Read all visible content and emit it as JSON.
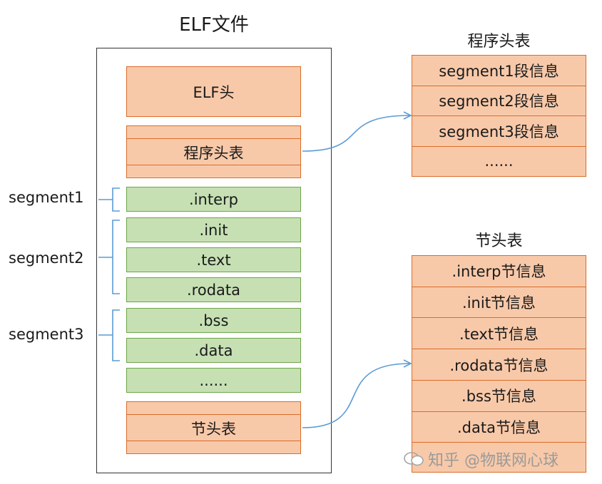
{
  "elf_file": {
    "title": "ELF文件",
    "header": "ELF头",
    "program_header_table": "程序头表",
    "sections": [
      ".interp",
      ".init",
      ".text",
      ".rodata",
      ".bss",
      ".data",
      "......"
    ],
    "section_header_table": "节头表"
  },
  "segments": [
    "segment1",
    "segment2",
    "segment3"
  ],
  "program_header_table": {
    "title": "程序头表",
    "rows": [
      "segment1段信息",
      "segment2段信息",
      "segment3段信息",
      "......"
    ]
  },
  "section_header_table": {
    "title": "节头表",
    "rows": [
      ".interp节信息",
      ".init节信息",
      ".text节信息",
      ".rodata节信息",
      ".bss节信息",
      ".data节信息",
      ""
    ]
  },
  "watermark": "知乎 @物联网心球",
  "colors": {
    "orange_fill": "#f8c9a9",
    "orange_border": "#d96c2a",
    "green_fill": "#c6e0b4",
    "green_border": "#6ea549",
    "arrow": "#5b9bd5"
  }
}
